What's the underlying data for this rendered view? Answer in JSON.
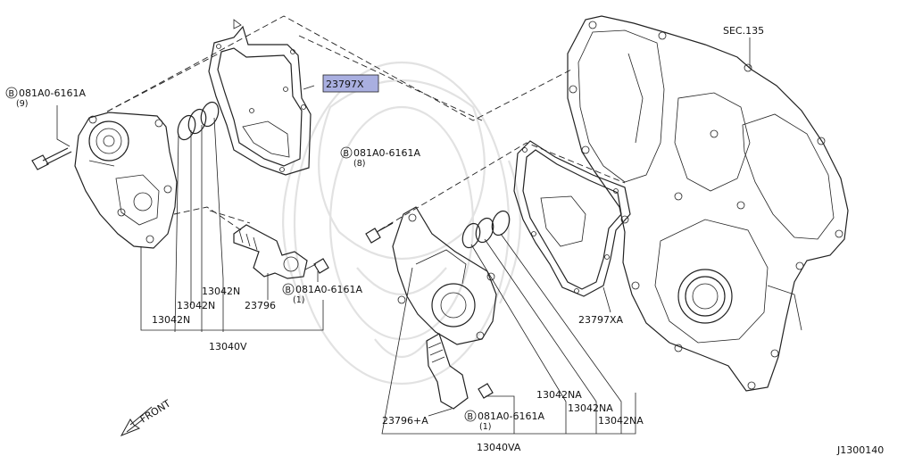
{
  "diagram": {
    "section_ref": "SEC.135",
    "figure_id": "J1300140",
    "front_label": "FRONT",
    "highlighted_part": "23797X",
    "labels": {
      "bolt_upper_left_part": "081A0-6161A",
      "bolt_upper_left_qty": "(9)",
      "bolt_center_part": "081A0-6161A",
      "bolt_center_qty": "(8)",
      "bolt_valve_left_part": "081A0-6161A",
      "bolt_valve_left_qty": "(1)",
      "bolt_valve_right_part": "081A0-6161A",
      "bolt_valve_right_qty": "(1)",
      "seal_n_1": "13042N",
      "seal_n_2": "13042N",
      "seal_n_3": "13042N",
      "valve_left": "23796",
      "assembly_left": "13040V",
      "gasket_right": "23797XA",
      "seal_na_1": "13042NA",
      "seal_na_2": "13042NA",
      "seal_na_3": "13042NA",
      "valve_right": "23796+A",
      "assembly_right": "13040VA"
    },
    "bolt_prefix_symbol": "B"
  }
}
